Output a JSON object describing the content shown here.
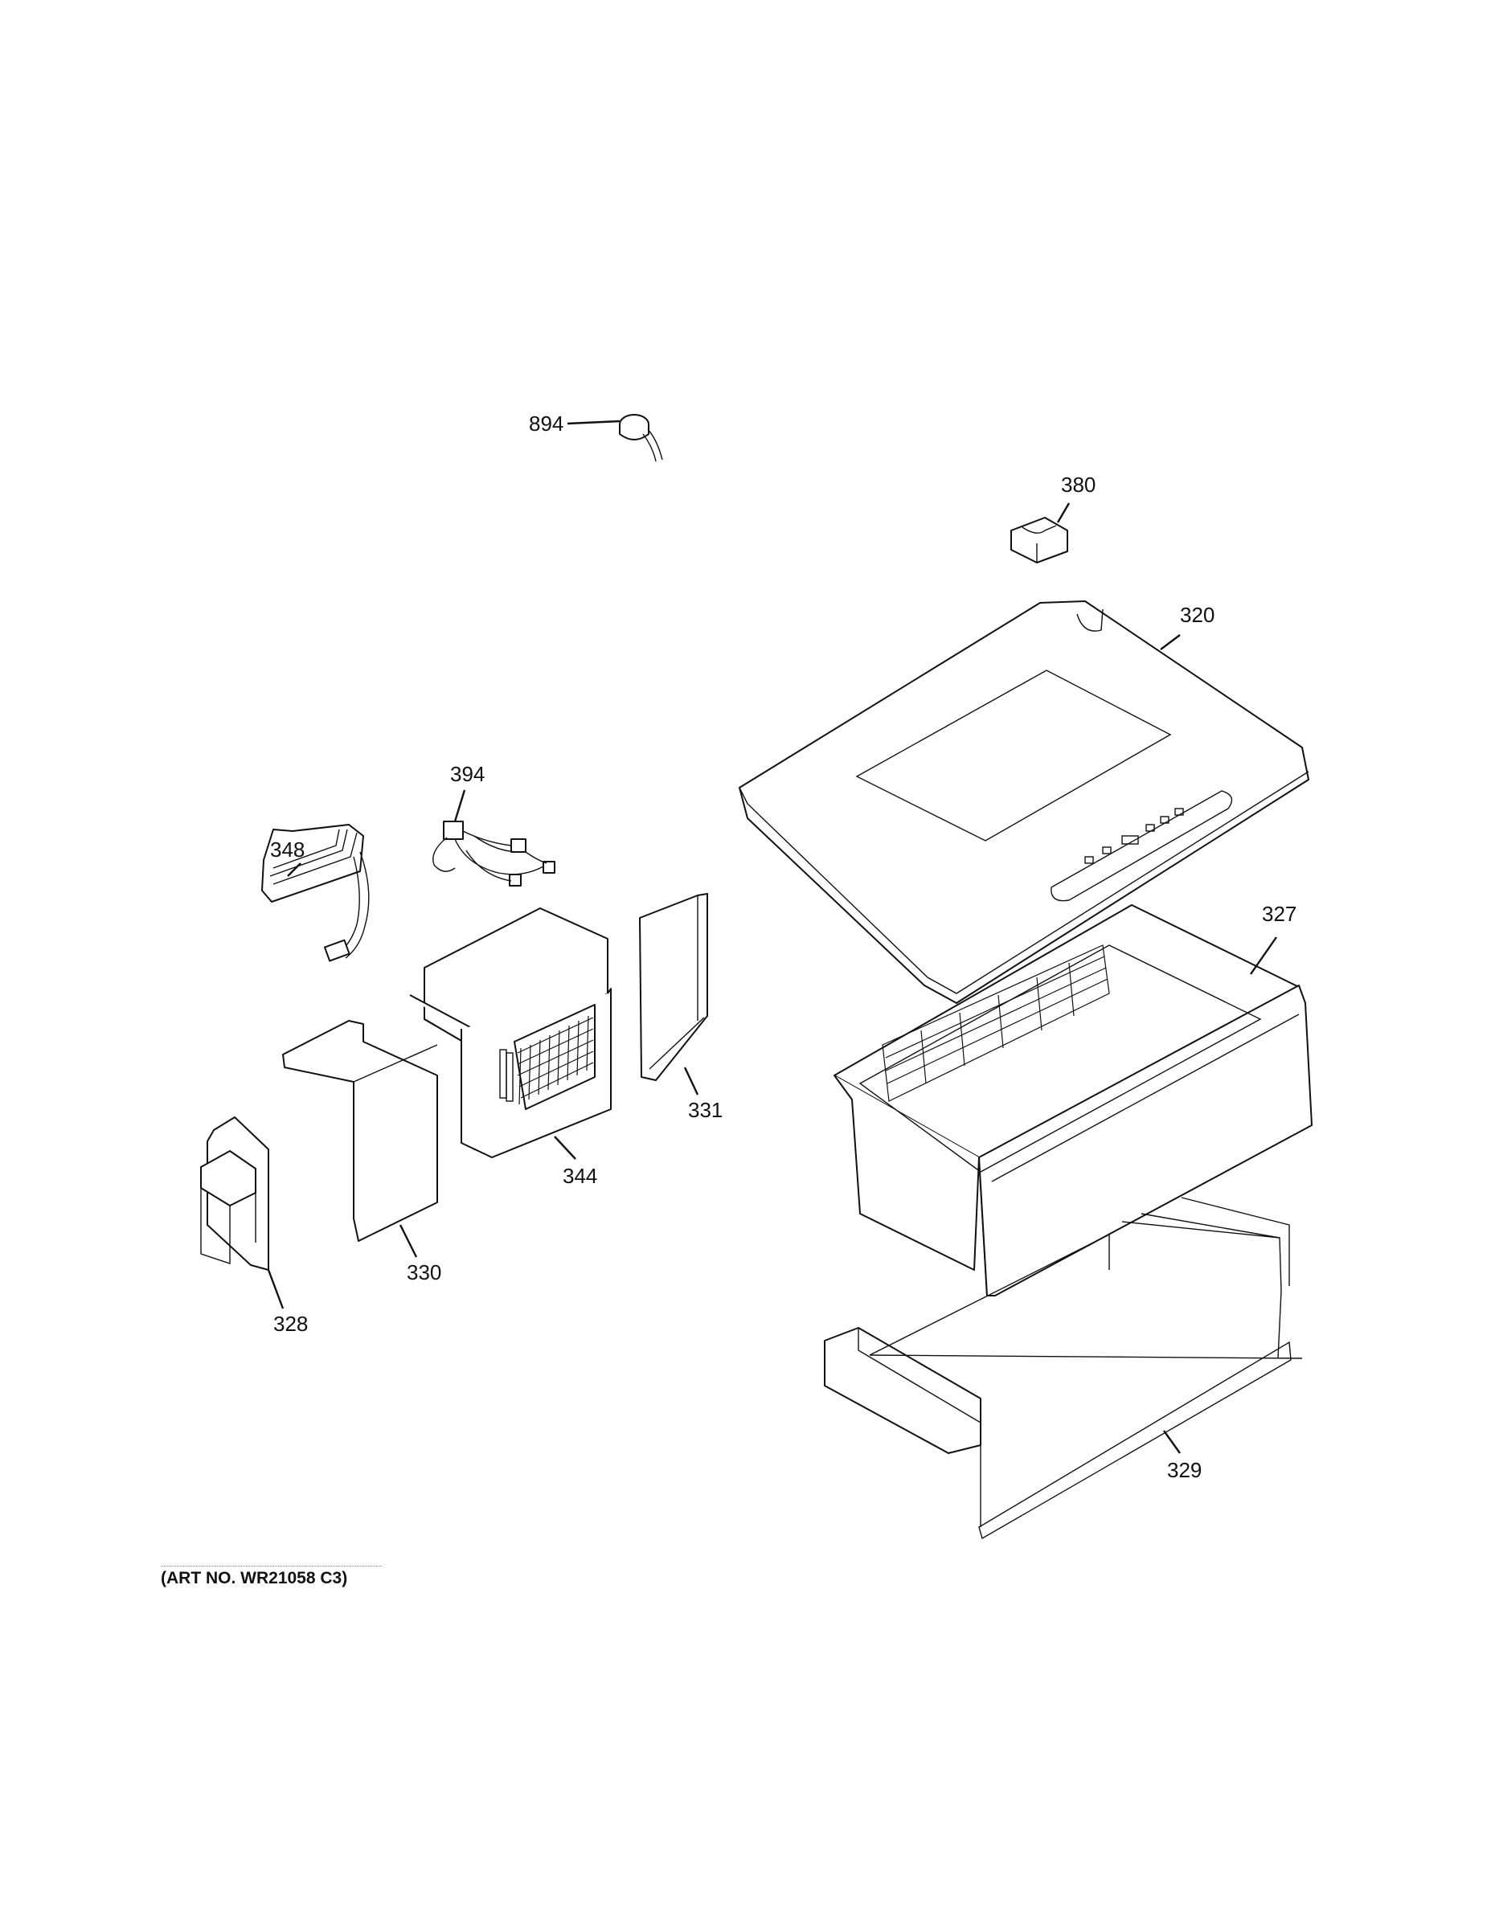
{
  "diagram": {
    "art_number": "(ART NO. WR21058 C3)",
    "callouts": {
      "c894": "894",
      "c380": "380",
      "c320": "320",
      "c394": "394",
      "c348": "348",
      "c327": "327",
      "c331": "331",
      "c344": "344",
      "c330": "330",
      "c328": "328",
      "c329": "329"
    }
  }
}
